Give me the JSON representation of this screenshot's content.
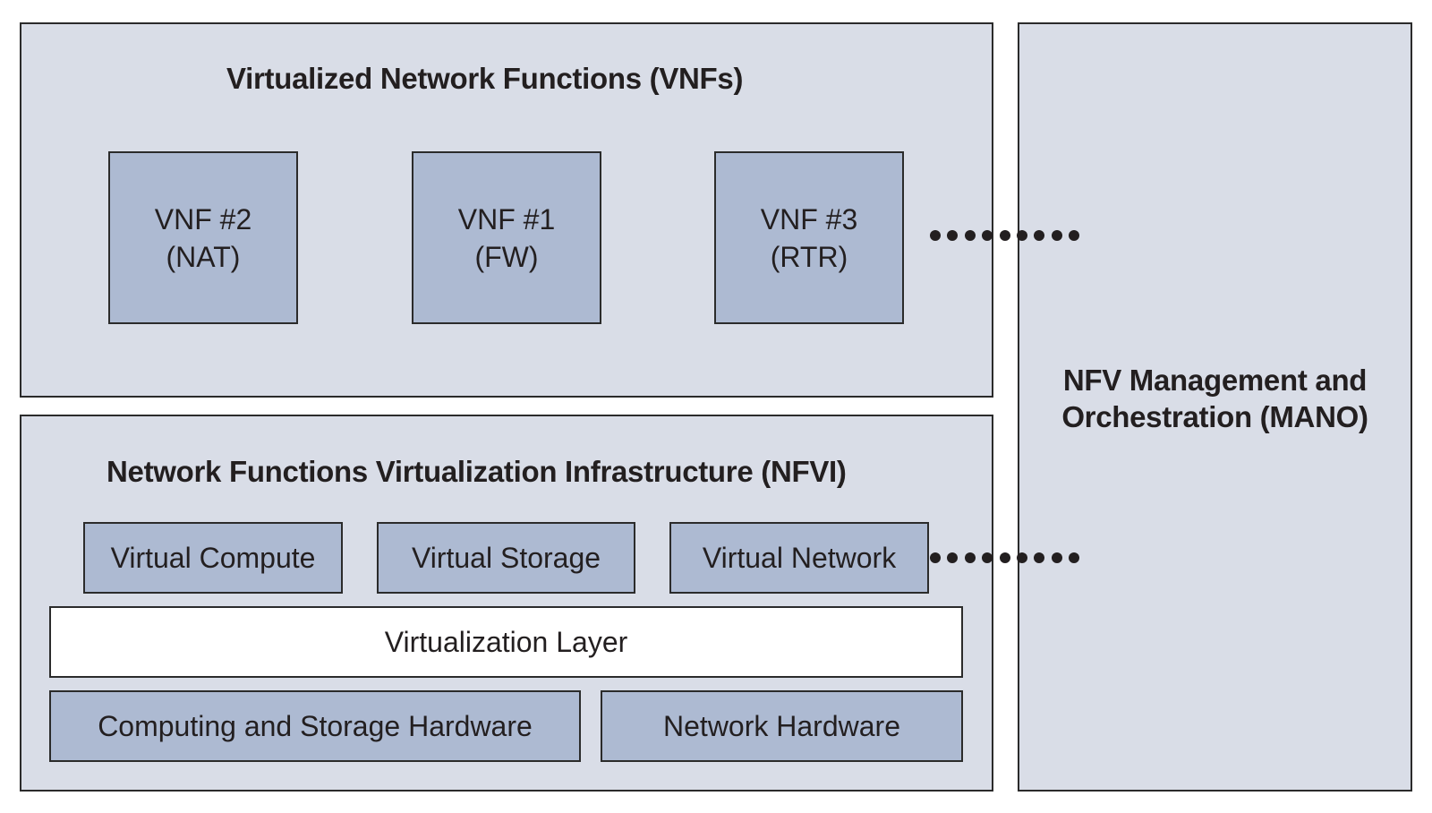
{
  "vnf_section": {
    "title": "Virtualized Network Functions (VNFs)",
    "vnfs": [
      {
        "line1": "VNF #2",
        "line2": "(NAT)"
      },
      {
        "line1": "VNF #1",
        "line2": "(FW)"
      },
      {
        "line1": "VNF #3",
        "line2": "(RTR)"
      }
    ]
  },
  "nfvi_section": {
    "title": "Network Functions Virtualization Infrastructure (NFVI)",
    "virtual_resources": [
      "Virtual Compute",
      "Virtual Storage",
      "Virtual Network"
    ],
    "virtualization_layer": "Virtualization Layer",
    "hardware": [
      "Computing and Storage Hardware",
      "Network Hardware"
    ]
  },
  "mano_section": {
    "title_line1": "NFV Management and",
    "title_line2": "Orchestration (MANO)"
  },
  "connectors": [
    {
      "from": "VNF #3 (RTR)",
      "to": "NFV Management and Orchestration (MANO)",
      "style": "dotted",
      "dot_count": 9
    },
    {
      "from": "Virtual Network",
      "to": "NFV Management and Orchestration (MANO)",
      "style": "dotted",
      "dot_count": 9
    }
  ],
  "colors": {
    "panel_bg": "#d9dde7",
    "box_bg": "#adbad2",
    "layer_bg": "#ffffff",
    "border": "#2b2b2b",
    "text": "#231f20"
  }
}
